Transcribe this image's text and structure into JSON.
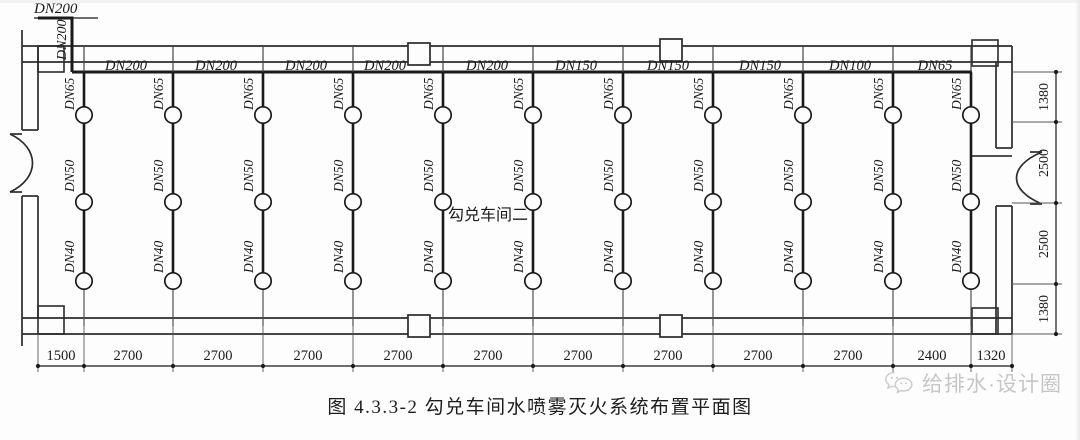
{
  "figure": {
    "caption": "图 4.3.3-2   勾兑车间水喷雾灭火系统布置平面图",
    "room_label": "勾兑车间二",
    "inlet_label": "DN200",
    "riser_label": "DN200"
  },
  "header_pipe": {
    "segment_labels": [
      "DN200",
      "DN200",
      "DN200",
      "DN200",
      "DN200",
      "DN150",
      "DN150",
      "DN150",
      "DN100",
      "DN65"
    ]
  },
  "branch": {
    "count": 11,
    "segment_labels": [
      "DN65",
      "DN50",
      "DN40"
    ],
    "nozzles_per_branch": 3
  },
  "dimensions": {
    "horizontal": [
      "1500",
      "2700",
      "2700",
      "2700",
      "2700",
      "2700",
      "2700",
      "2700",
      "2700",
      "2700",
      "2400",
      "1320"
    ],
    "vertical": [
      "1380",
      "2500",
      "2500",
      "1380"
    ]
  },
  "watermark": {
    "text": "给排水·设计圈",
    "icon": "wechat-icon"
  },
  "colors": {
    "ink": "#1a1a1a",
    "wall": "#2b2b2b",
    "thin": "#555555",
    "paper": "#fdfdfd",
    "watermark": "#7b7b7b"
  }
}
